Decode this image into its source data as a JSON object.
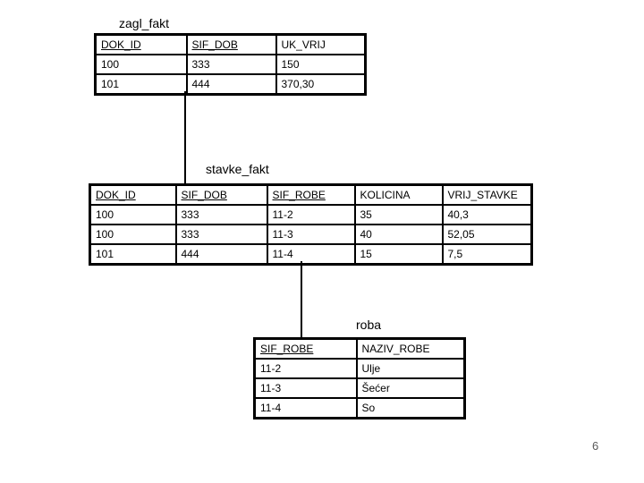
{
  "slide": {
    "page_number": "6",
    "background_color": "#ffffff"
  },
  "colors": {
    "table_border": "#000000",
    "text": "#000000",
    "connector_line": "#000000",
    "page_number": "#595959"
  },
  "tables": {
    "zagl_fakt": {
      "title": "zagl_fakt",
      "headers": [
        {
          "label": "DOK_ID",
          "key": true
        },
        {
          "label": "SIF_DOB",
          "key": true
        },
        {
          "label": "UK_VRIJ",
          "key": false
        }
      ],
      "rows": [
        [
          "100",
          "333",
          "150"
        ],
        [
          "101",
          "444",
          "370,30"
        ]
      ]
    },
    "stavke_fakt": {
      "title": "stavke_fakt",
      "headers": [
        {
          "label": "DOK_ID",
          "key": true
        },
        {
          "label": "SIF_DOB",
          "key": true
        },
        {
          "label": "SIF_ROBE",
          "key": true
        },
        {
          "label": "KOLICINA",
          "key": false
        },
        {
          "label": "VRIJ_STAVKE",
          "key": false
        }
      ],
      "rows": [
        [
          "100",
          "333",
          "11-2",
          "35",
          "40,3"
        ],
        [
          "100",
          "333",
          "11-3",
          "40",
          "52,05"
        ],
        [
          "101",
          "444",
          "11-4",
          "15",
          "7,5"
        ]
      ]
    },
    "roba": {
      "title": "roba",
      "headers": [
        {
          "label": "SIF_ROBE",
          "key": true
        },
        {
          "label": "NAZIV_ROBE",
          "key": false
        }
      ],
      "rows": [
        [
          "11-2",
          "Ulje"
        ],
        [
          "11-3",
          "Šećer"
        ],
        [
          "11-4",
          "So"
        ]
      ]
    }
  },
  "relationships": [
    {
      "from": "zagl_fakt",
      "to": "stavke_fakt"
    },
    {
      "from": "stavke_fakt",
      "to": "roba"
    }
  ]
}
